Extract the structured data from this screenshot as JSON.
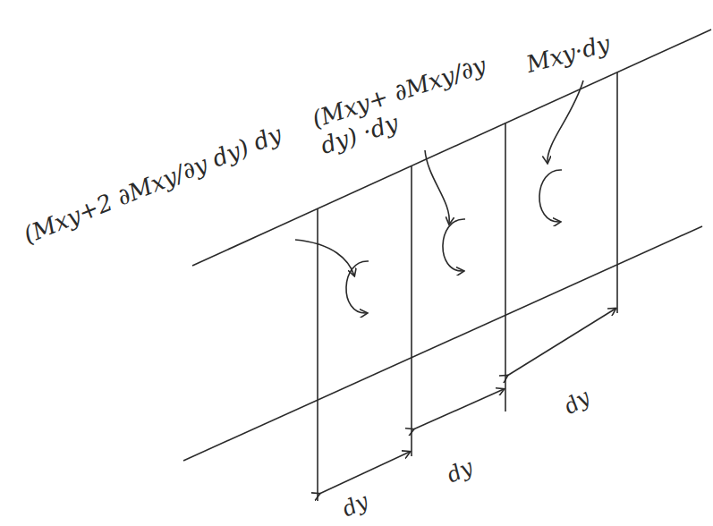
{
  "diagram": {
    "labels": [
      "(Mxy+2 ∂Mxy/∂y dy) dy",
      "(Mxy+ ∂Mxy/∂y dy) ·dy",
      "Mxy·dy",
      "dy",
      "dy",
      "dy"
    ]
  }
}
